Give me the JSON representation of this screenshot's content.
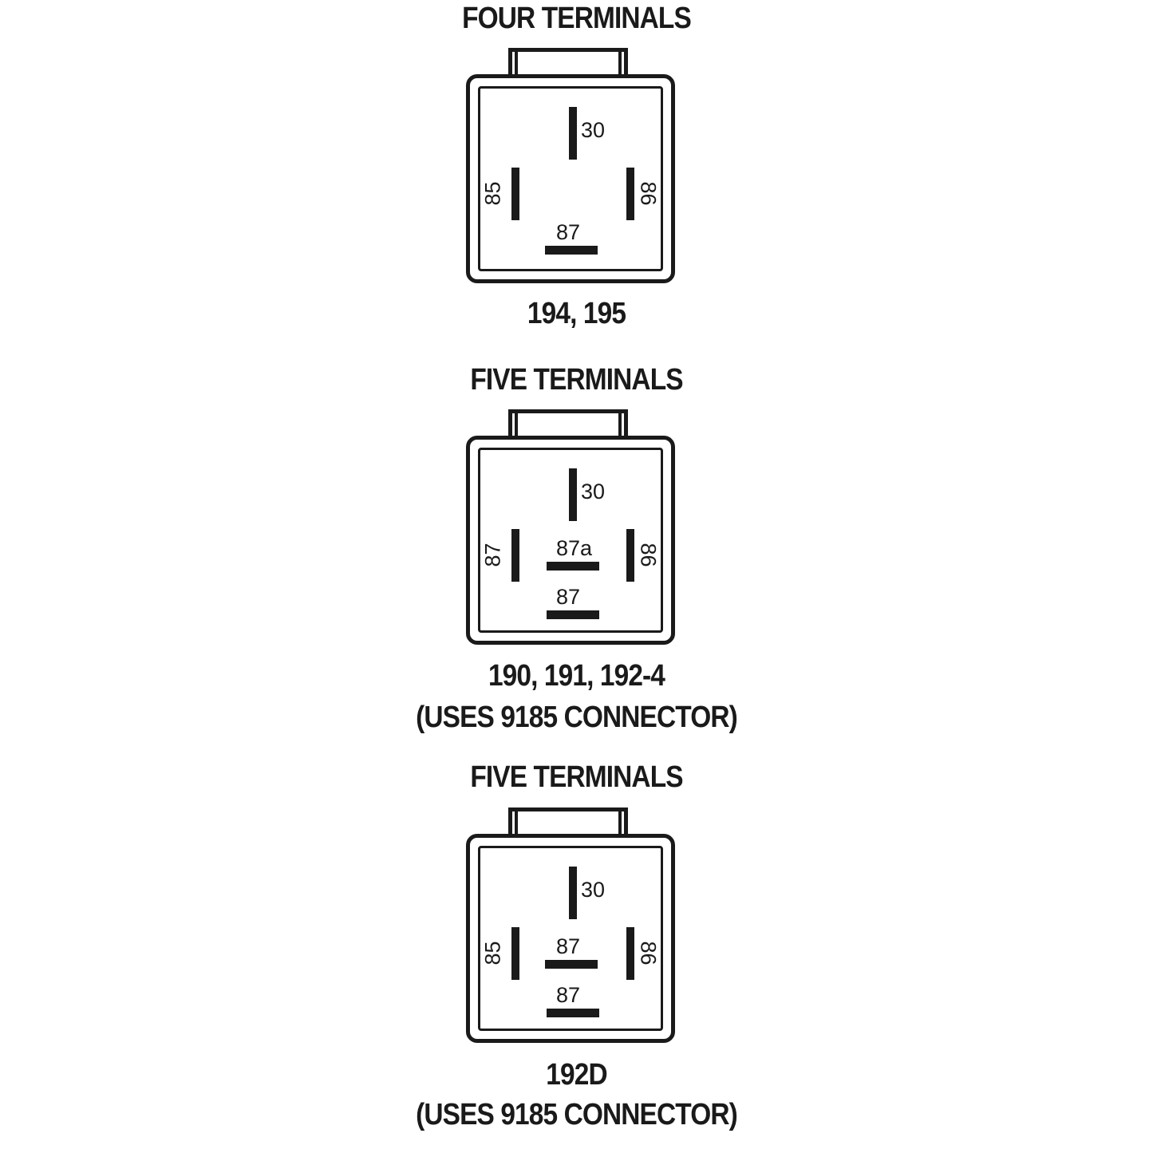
{
  "diagrams": [
    {
      "title": "FOUR TERMINALS",
      "terminals": {
        "top": "30",
        "left": "85",
        "right": "86",
        "center": "",
        "bottom": "87"
      },
      "caption_lines": [
        "194, 195"
      ]
    },
    {
      "title": "FIVE TERMINALS",
      "terminals": {
        "top": "30",
        "left": "87",
        "right": "86",
        "center": "87a",
        "bottom": "87"
      },
      "caption_lines": [
        "190, 191, 192-4",
        "(USES 9185 CONNECTOR)"
      ]
    },
    {
      "title": "FIVE TERMINALS",
      "terminals": {
        "top": "30",
        "left": "85",
        "right": "86",
        "center": "87",
        "bottom": "87"
      },
      "caption_lines": [
        "192D",
        "(USES 9185 CONNECTOR)"
      ]
    }
  ]
}
